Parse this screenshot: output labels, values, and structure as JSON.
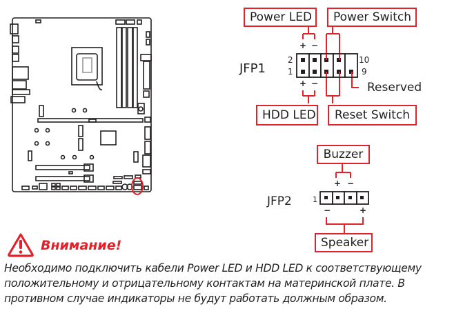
{
  "jfp1": {
    "name": "JFP1",
    "pin_top_left": "2",
    "pin_bottom_left": "1",
    "pin_top_right": "10",
    "pin_bottom_right": "9",
    "labels": {
      "power_led": "Power LED",
      "power_switch": "Power Switch",
      "hdd_led": "HDD LED",
      "reset_switch": "Reset Switch",
      "reserved": "Reserved"
    },
    "polarity_top": [
      "+",
      "−"
    ],
    "polarity_bottom": [
      "+",
      "−"
    ]
  },
  "jfp2": {
    "name": "JFP2",
    "pin_left": "1",
    "labels": {
      "buzzer": "Buzzer",
      "speaker": "Speaker"
    },
    "buzzer_polarity": [
      "+",
      "−"
    ],
    "speaker_polarity": [
      "−",
      "+"
    ]
  },
  "warning": {
    "icon": "warning-triangle-icon",
    "title": "Внимание!",
    "line1": "Необходимо подключить кабели Power LED и HDD LED к соответствующему",
    "line2": "положительному и отрицательному контактам на материнской плате. В",
    "line3": "противном случае индикаторы не будут работать должным образом."
  },
  "colors": {
    "accent_red": "#e2222b",
    "text": "#231f20"
  }
}
